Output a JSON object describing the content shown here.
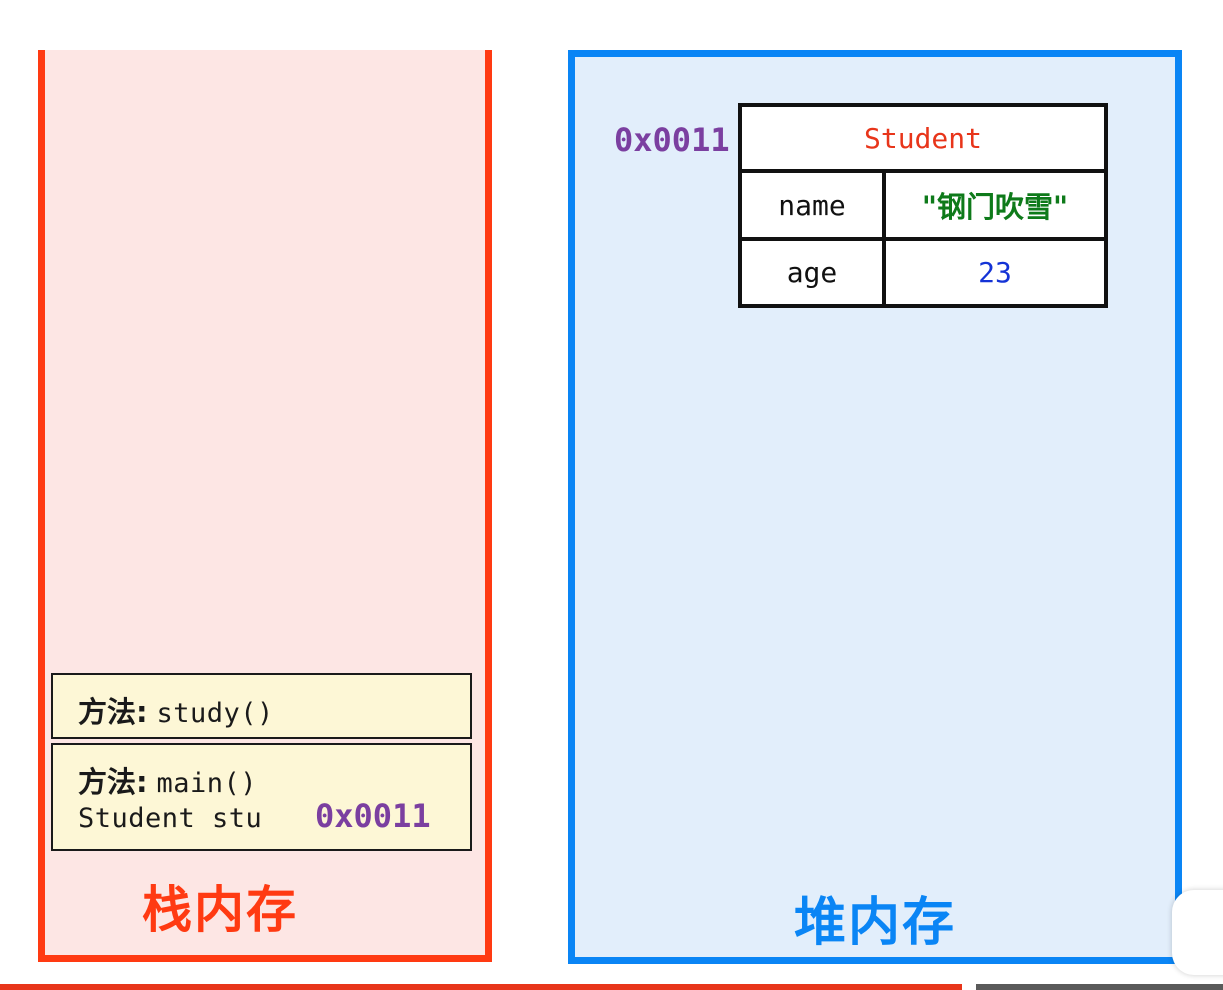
{
  "stack": {
    "title": "栈内存",
    "frames": [
      {
        "method_label": "方法:",
        "method_name": "study()"
      },
      {
        "method_label": "方法:",
        "method_name": "main()",
        "variable_decl": "Student stu",
        "variable_value": "0x0011"
      }
    ]
  },
  "heap": {
    "title": "堆内存",
    "object": {
      "address": "0x0011",
      "class_name": "Student",
      "fields": [
        {
          "key": "name",
          "value": "\"钢门吹雪\""
        },
        {
          "key": "age",
          "value": "23"
        }
      ]
    }
  },
  "colors": {
    "stack_border": "#ff3a12",
    "stack_bg": "#fde6e4",
    "heap_border": "#0a85f5",
    "heap_bg": "#e2eefb",
    "address": "#7b3fa0",
    "class_name": "#e8351a",
    "string_value": "#0e7a1a",
    "number_value": "#1433d6",
    "frame_bg": "#fdf7d6"
  }
}
